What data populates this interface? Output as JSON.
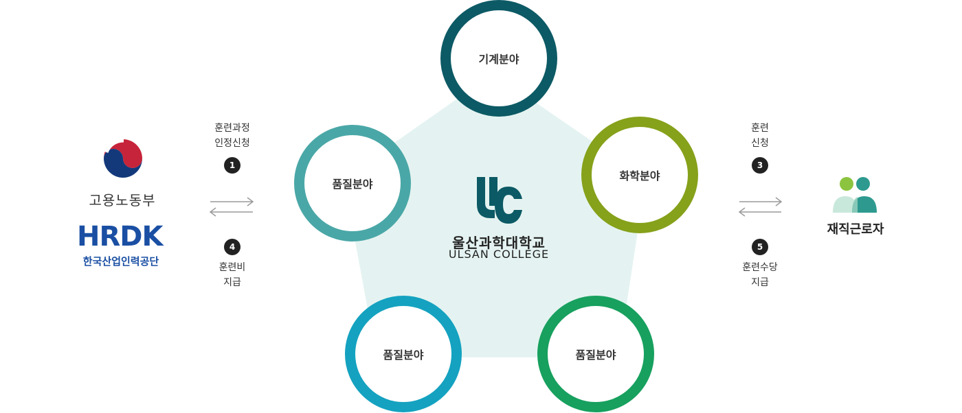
{
  "left_org": {
    "ministry_name": "고용노동부",
    "hrdk_logo_text": "HRDK",
    "hrdk_name": "한국산업인력공단"
  },
  "left_steps": {
    "step1": {
      "number": "1",
      "line1": "훈련과정",
      "line2": "인정신청"
    },
    "step4": {
      "number": "4",
      "line1": "훈련비",
      "line2": "지급"
    }
  },
  "center": {
    "college_name": "울산과학대학교",
    "college_eng": "ULSAN COLLEGE",
    "fields": [
      {
        "label": "기계분야",
        "color": "#0c5a65"
      },
      {
        "label": "화학분야",
        "color": "#86a11a"
      },
      {
        "label": "품질분야",
        "color": "#17a05e"
      },
      {
        "label": "품질분야",
        "color": "#14a2c0"
      },
      {
        "label": "품질분야",
        "color": "#4aa7a7"
      }
    ],
    "pentagon_color": "#e4f3f1"
  },
  "right_steps": {
    "step3": {
      "number": "3",
      "line1": "훈련",
      "line2": "신청"
    },
    "step5": {
      "number": "5",
      "line1": "훈련수당",
      "line2": "지급"
    }
  },
  "right_org": {
    "workers_label": "재직근로자"
  }
}
